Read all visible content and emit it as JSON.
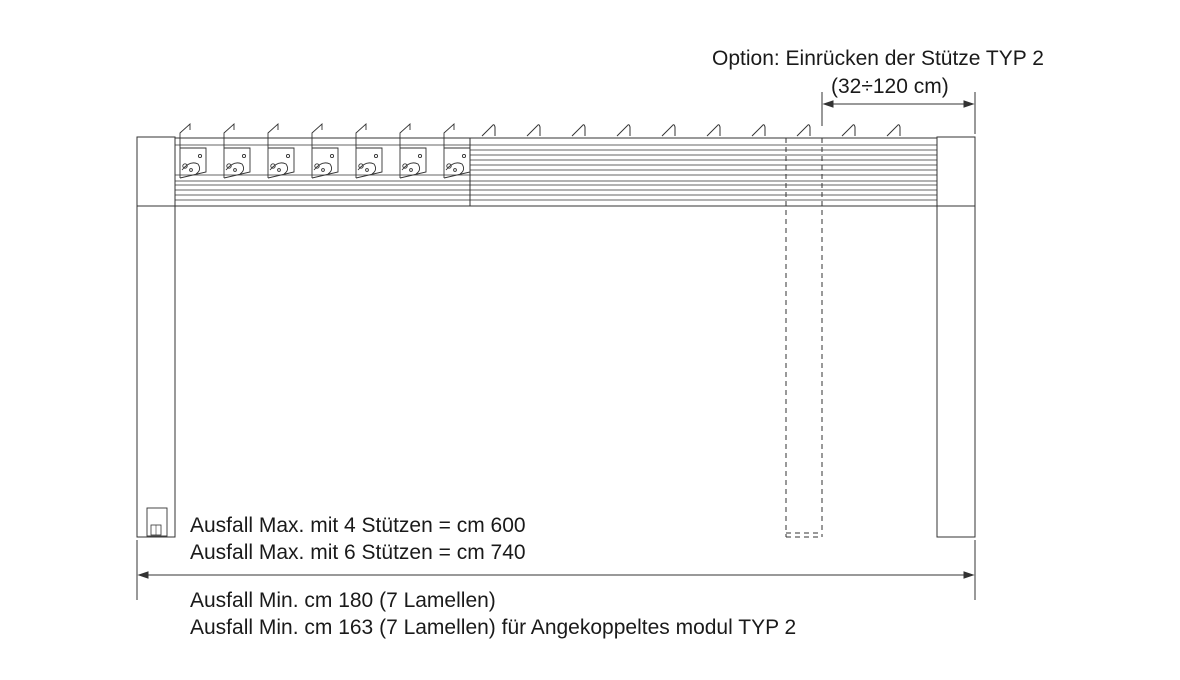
{
  "option": {
    "title": "Option: Einrücken der Stütze TYP 2",
    "range": "(32÷120 cm)"
  },
  "max": {
    "line1": "Ausfall Max. mit 4 Stützen = cm 600",
    "line2": "Ausfall Max. mit 6 Stützen = cm 740"
  },
  "min": {
    "line1": "Ausfall Min. cm 180 (7 Lamellen)",
    "line2": "Ausfall Min. cm 163 (7 Lamellen) für Angekoppeltes modul TYP 2"
  },
  "colors": {
    "line": "#333333"
  }
}
